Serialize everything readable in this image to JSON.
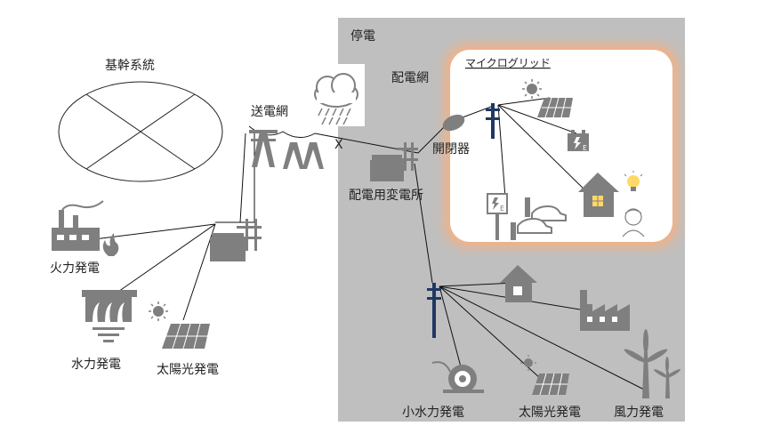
{
  "labels": {
    "outage": "停電",
    "distribution_network": "配電網",
    "microgrid": "マイクログリッド",
    "backbone_system": "基幹系統",
    "transmission_network": "送電網",
    "switch": "開閉器",
    "distribution_substation": "配電用変電所",
    "thermal_power": "火力発電",
    "hydro_power": "水力発電",
    "solar_power_left": "太陽光発電",
    "small_hydro_power": "小水力発電",
    "solar_power_right": "太陽光発電",
    "wind_power": "風力発電",
    "break_mark": "X",
    "ev_charger_letter_1": "E",
    "ev_charger_letter_2": "E"
  },
  "colors": {
    "outage_area": "#bfbfbf",
    "microgrid_glow": "#f4b183",
    "icon_gray": "#7f7f7f",
    "window_yellow": "#ffd966"
  }
}
